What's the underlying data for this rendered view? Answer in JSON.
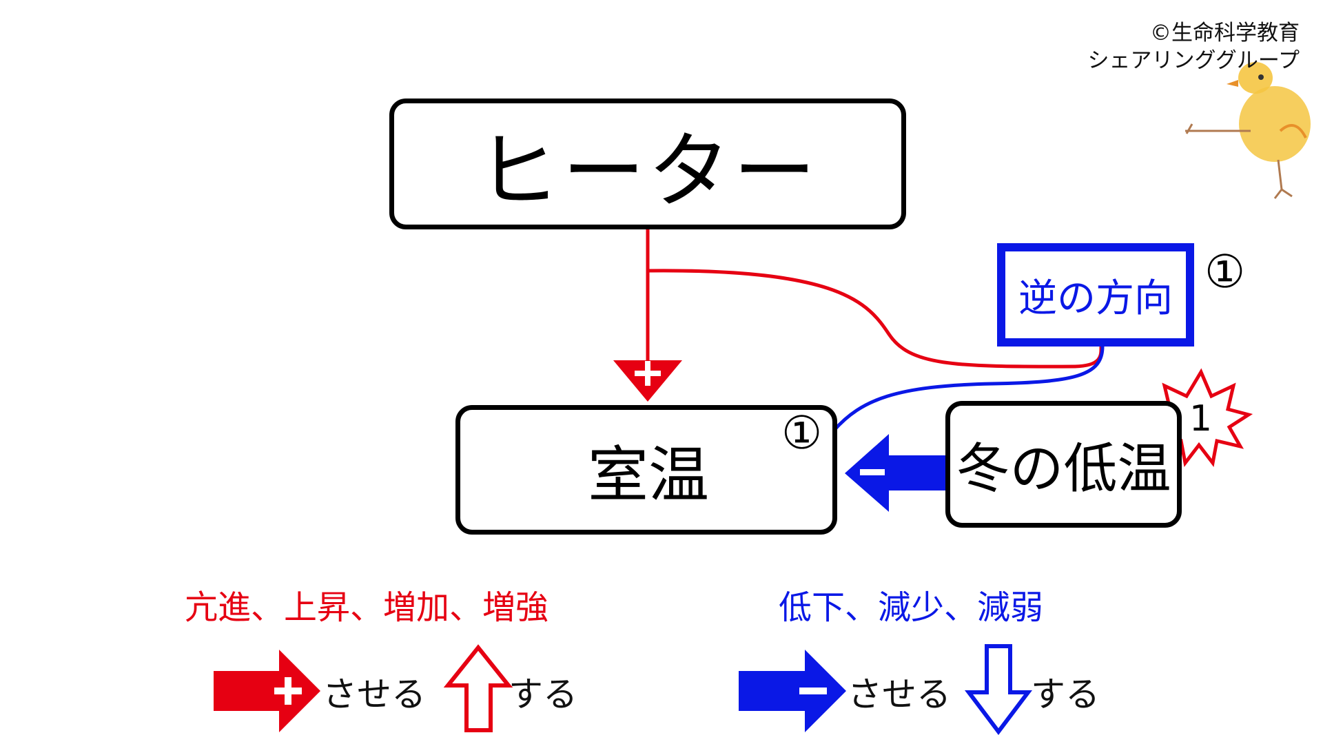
{
  "credit": {
    "line1": "©生命科学教育",
    "line2": "シェアリンググループ"
  },
  "boxes": {
    "heater": "ヒーター",
    "room_temp": "室温",
    "winter_low_temp": "冬の低温",
    "reverse_direction": "逆の方向"
  },
  "markers": {
    "reverse_circled": "①",
    "room_circled": "①",
    "burst_number": "1",
    "plus": "+",
    "minus": "−"
  },
  "legend": {
    "red_text": "亢進、上昇、増加、増強",
    "blue_text": "低下、減少、減弱",
    "red_cause_label": "させる",
    "red_state_label": "する",
    "blue_cause_label": "させる",
    "blue_state_label": "する"
  },
  "colors": {
    "red": "#e60012",
    "blue": "#0a18e6",
    "black": "#000000",
    "duck_fill": "#f5c542"
  },
  "icons": {
    "mascot": "chick-icon",
    "burst": "explosion-burst-icon"
  }
}
